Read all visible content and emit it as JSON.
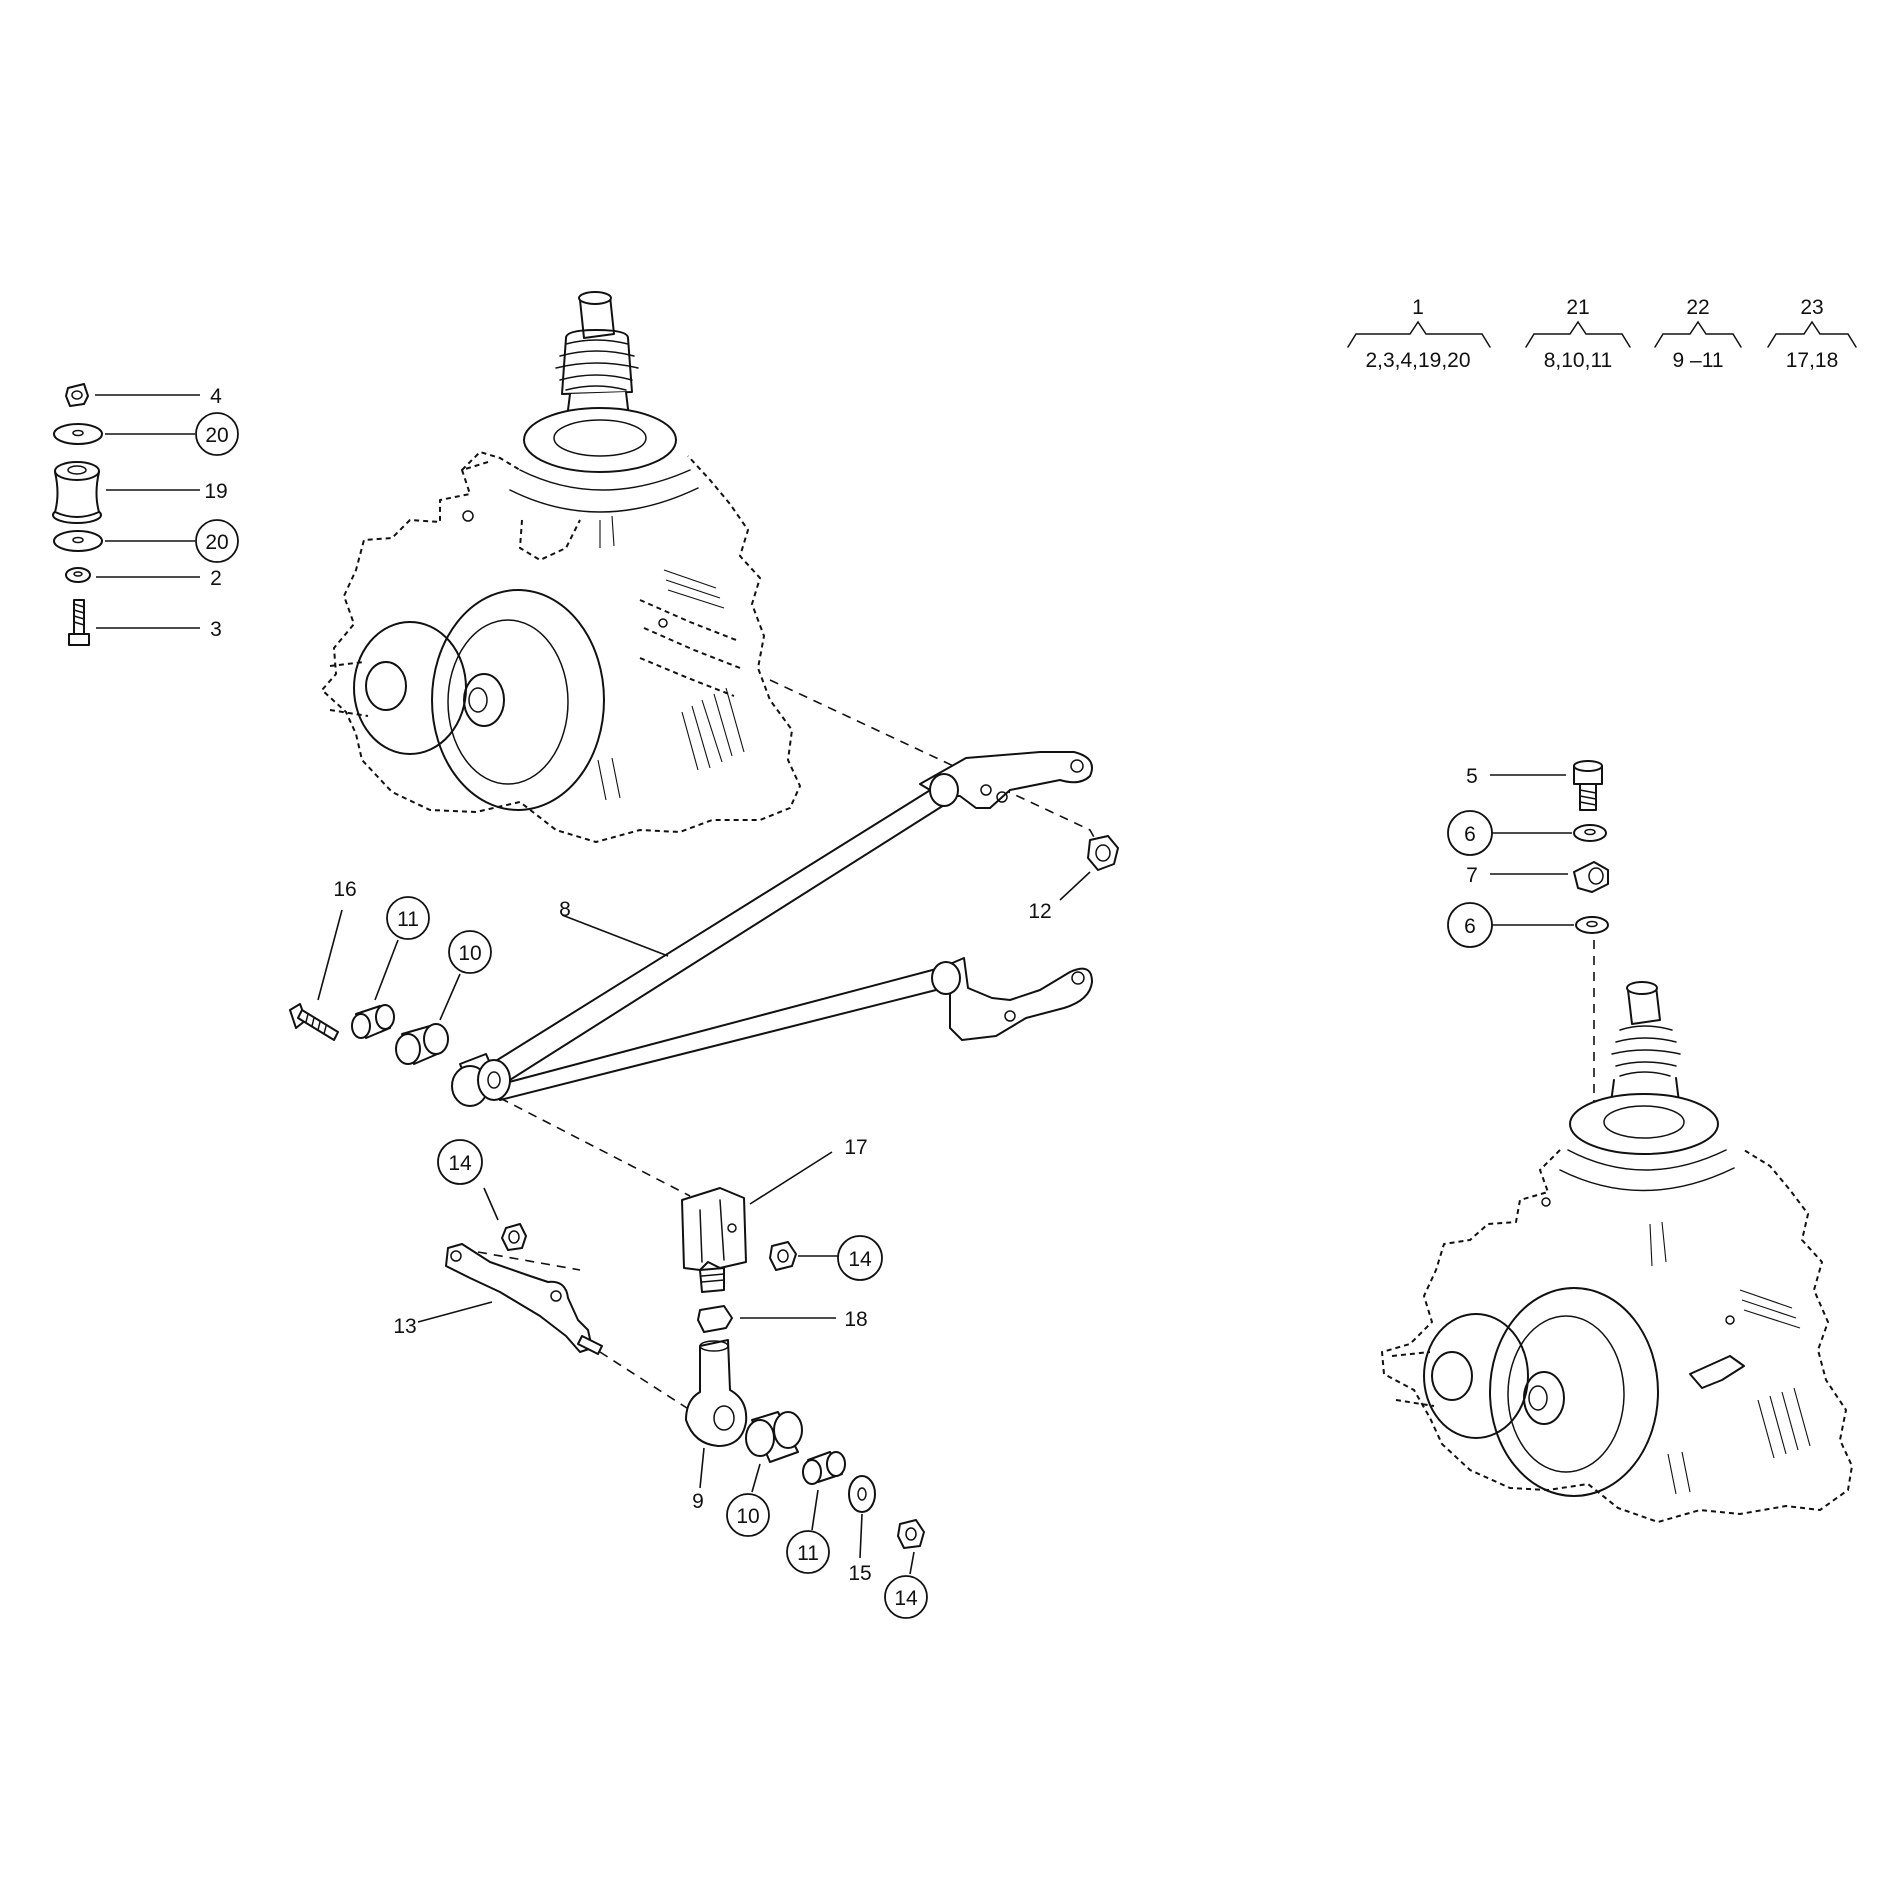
{
  "labels": {
    "l1": "1",
    "l2": "2",
    "l3": "3",
    "l4": "4",
    "l5": "5",
    "l6a": "6",
    "l6b": "6",
    "l7": "7",
    "l8": "8",
    "l9": "9",
    "l10a": "10",
    "l10b": "10",
    "l11a": "11",
    "l11b": "11",
    "l12": "12",
    "l13": "13",
    "l14a": "14",
    "l14b": "14",
    "l14c": "14",
    "l15": "15",
    "l16": "16",
    "l17": "17",
    "l18": "18",
    "l19": "19",
    "l20a": "20",
    "l20b": "20",
    "l21": "21",
    "l22": "22",
    "l23": "23"
  },
  "kits": [
    {
      "number": "1",
      "contents": "2,3,4,19,20"
    },
    {
      "number": "21",
      "contents": "8,10,11"
    },
    {
      "number": "22",
      "contents": "9 –11"
    },
    {
      "number": "23",
      "contents": "17,18"
    }
  ]
}
